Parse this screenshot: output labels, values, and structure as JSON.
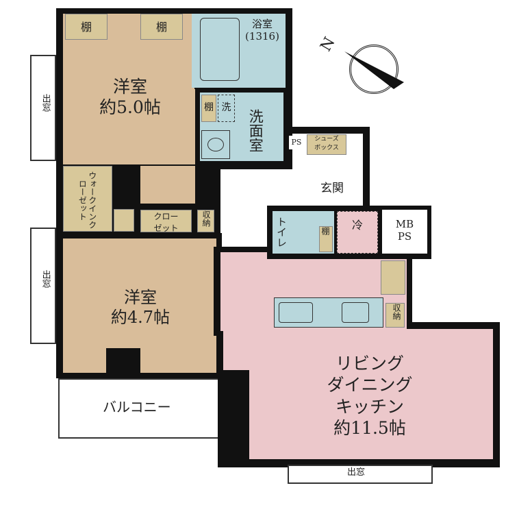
{
  "rooms": {
    "western1": {
      "name": "洋室",
      "size": "約5.0帖"
    },
    "western2": {
      "name": "洋室",
      "size": "約4.7帖"
    },
    "ldk": {
      "line1": "リビング",
      "line2": "ダイニング",
      "line3": "キッチン",
      "size": "約11.5帖"
    },
    "bath": {
      "name": "浴室",
      "size": "(1316)"
    },
    "washroom": "洗面室",
    "toilet": "トイレ",
    "entrance": "玄関",
    "balcony": "バルコニー",
    "mbps": {
      "line1": "MB",
      "line2": "PS"
    }
  },
  "labels": {
    "shelf1": "棚",
    "shelf2": "棚",
    "shelf_wash": "棚",
    "shelf_toilet": "棚",
    "washer": "洗",
    "wic": "ウォークインクローゼット",
    "closet": {
      "line1": "クロー",
      "line2": "ゼット"
    },
    "storage1": "収納",
    "storage2": "収納",
    "ps": "PS",
    "shoebox": {
      "line1": "シューズ",
      "line2": "ボックス"
    },
    "fridge": "冷",
    "bay_window1": "出窓",
    "bay_window2": "出窓",
    "bay_window3": "出窓",
    "north": "N"
  },
  "colors": {
    "western": "#d9bd9a",
    "wet": "#b8d7dc",
    "ldk": "#ecc8cb",
    "storage": "#d8c89a"
  }
}
